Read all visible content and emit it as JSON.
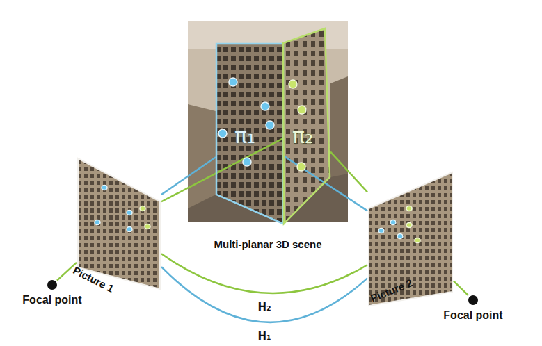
{
  "diagram": {
    "nodes": [
      {
        "text": [
          "Multi-planar 3D scene"
        ]
      },
      {
        "text": [
          "π₁"
        ],
        "in": 0
      },
      {
        "text": [
          "π₂"
        ],
        "in": 0
      },
      {
        "text": [
          "Picture 1"
        ]
      },
      {
        "text": [
          "Picture 2"
        ]
      },
      {
        "text": [
          "Focal point"
        ]
      },
      {
        "text": [
          "Focal point"
        ]
      }
    ],
    "edges": [
      {
        "from": 5,
        "to": 3,
        "arrow": "none"
      },
      {
        "from": 6,
        "to": 4,
        "arrow": "none"
      },
      {
        "from": 1,
        "to": 3,
        "arrow": "none"
      },
      {
        "from": 2,
        "to": 3,
        "arrow": "none"
      },
      {
        "from": 1,
        "to": 4,
        "arrow": "none"
      },
      {
        "from": 2,
        "to": 4,
        "arrow": "none"
      },
      {
        "from": 3,
        "to": 4,
        "label": "H₂",
        "arrow": "none"
      },
      {
        "from": 3,
        "to": 4,
        "label": "H₁",
        "arrow": "none"
      }
    ]
  }
}
